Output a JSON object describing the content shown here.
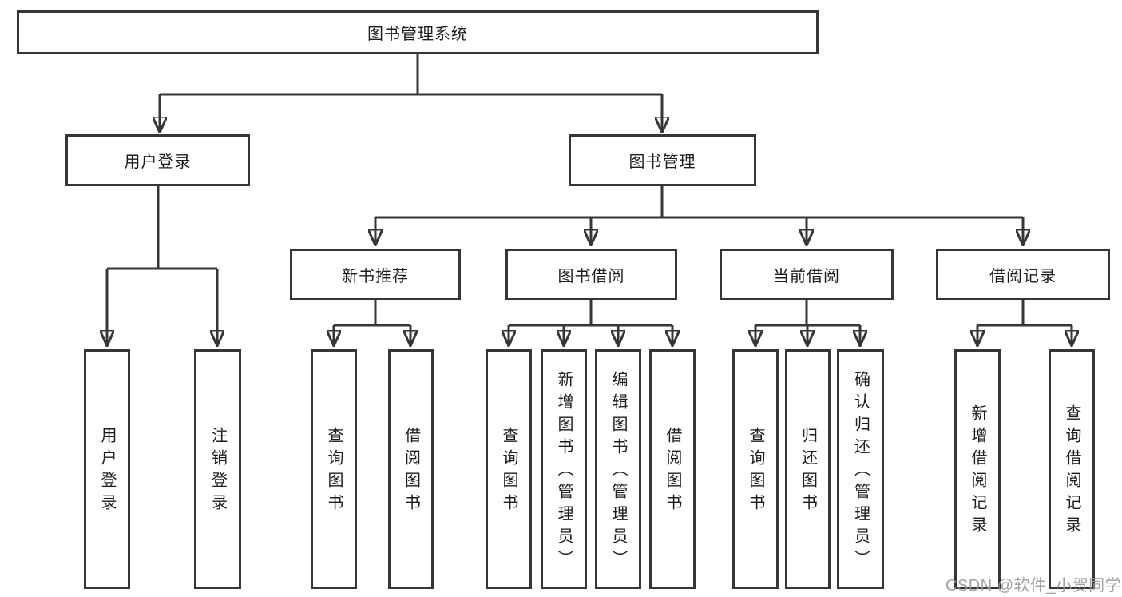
{
  "diagram": {
    "type": "tree",
    "watermark": "CSDN @软件_小贺同学",
    "colors": {
      "line": "#363636",
      "border": "#363636",
      "text": "#1d1d1d",
      "watermark": "#989898",
      "background": "#ffffff"
    },
    "root": {
      "label": "图书管理系统"
    },
    "branches": [
      {
        "label": "用户登录",
        "children": [
          "用户登录",
          "注销登录"
        ]
      },
      {
        "label": "图书管理",
        "children": [
          {
            "label": "新书推荐",
            "children": [
              "查询图书",
              "借阅图书"
            ]
          },
          {
            "label": "图书借阅",
            "children": [
              "查询图书",
              "新增图书（管理员）",
              "编辑图书（管理员）",
              "借阅图书"
            ]
          },
          {
            "label": "当前借阅",
            "children": [
              "查询图书",
              "归还图书",
              "确认归还（管理员）"
            ]
          },
          {
            "label": "借阅记录",
            "children": [
              "新增借阅记录",
              "查询借阅记录"
            ]
          }
        ]
      }
    ]
  }
}
